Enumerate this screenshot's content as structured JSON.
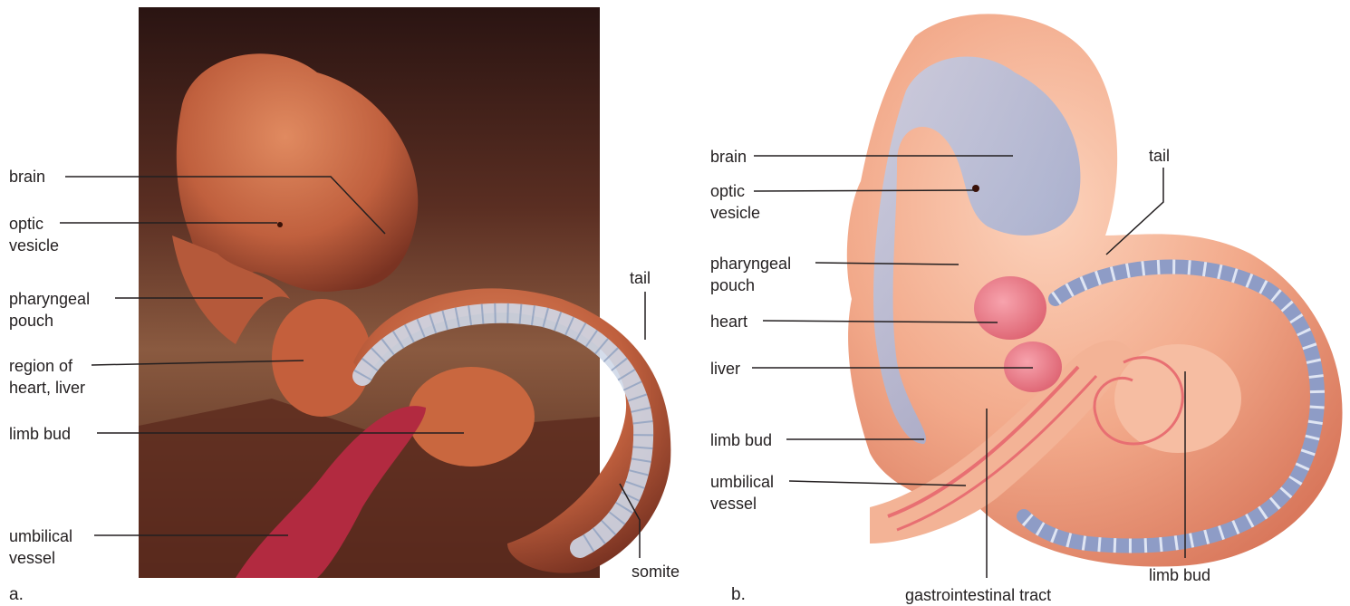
{
  "panel_a": {
    "letter": "a.",
    "labels": {
      "brain": "brain",
      "optic_1": "optic",
      "optic_2": "vesicle",
      "pharyngeal_1": "pharyngeal",
      "pharyngeal_2": "pouch",
      "region_1": "region of",
      "region_2": "heart, liver",
      "limb_bud": "limb bud",
      "umbilical_1": "umbilical",
      "umbilical_2": "vessel",
      "tail": "tail",
      "somite": "somite"
    }
  },
  "panel_b": {
    "letter": "b.",
    "labels": {
      "brain": "brain",
      "optic_1": "optic",
      "optic_2": "vesicle",
      "pharyngeal_1": "pharyngeal",
      "pharyngeal_2": "pouch",
      "heart": "heart",
      "liver": "liver",
      "limb_bud": "limb bud",
      "umbilical_1": "umbilical",
      "umbilical_2": "vessel",
      "tail": "tail",
      "gi_tract": "gastrointestinal tract",
      "limb_bud_bottom": "limb bud"
    }
  }
}
